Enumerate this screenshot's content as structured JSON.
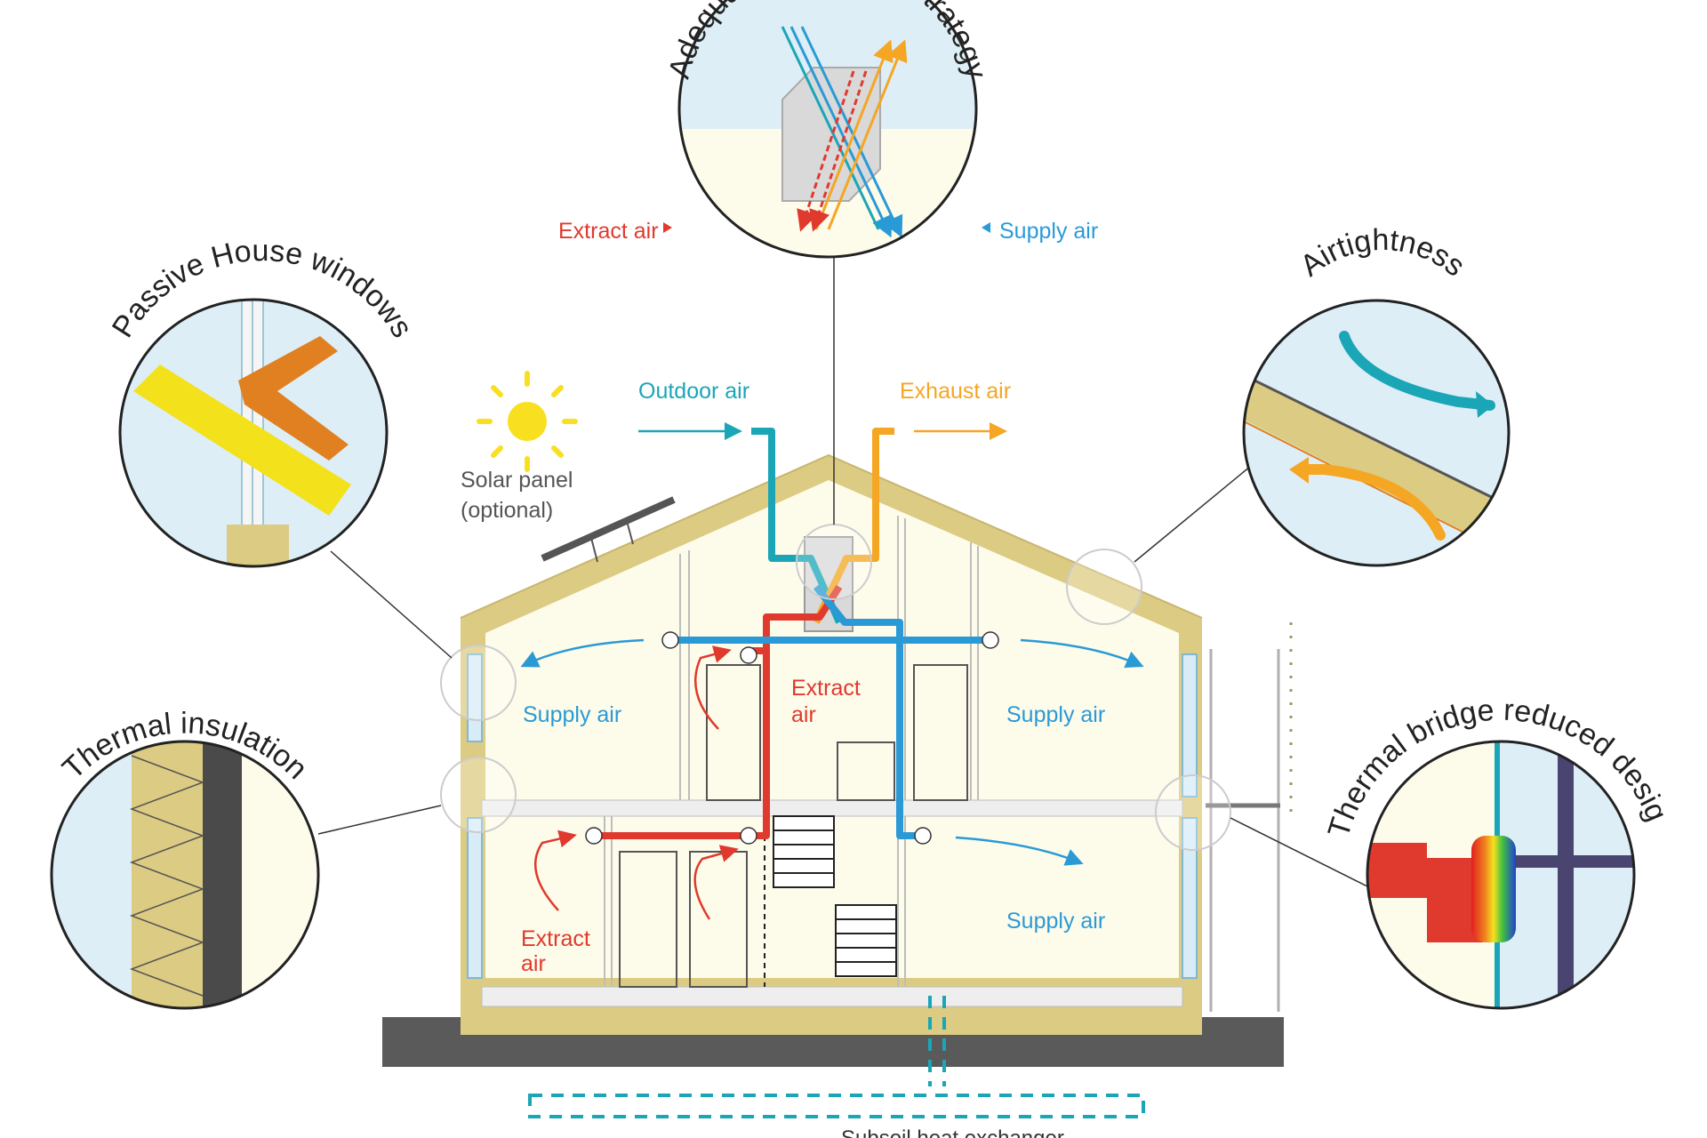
{
  "labels": {
    "ventilation_title": "Adequate ventilation strategy",
    "windows_title": "Passive House windows",
    "airtightness_title": "Airtightness",
    "insulation_title": "Thermal insulation",
    "thermal_bridge_title": "Thermal bridge reduced design",
    "extract_air_top": "Extract air",
    "supply_air_top": "Supply air",
    "outdoor_air": "Outdoor air",
    "exhaust_air": "Exhaust air",
    "solar_line1": "Solar panel",
    "solar_line2": "(optional)",
    "supply_left_upper": "Supply air",
    "supply_right_upper": "Supply air",
    "supply_right_lower": "Supply air",
    "extract_center_line1": "Extract",
    "extract_center_line2": "air",
    "extract_lower_line1": "Extract",
    "extract_lower_line2": "air",
    "subsoil": "Subsoil heat exchanger"
  },
  "colors": {
    "supply": "#2a9ad6",
    "extract": "#e03a2e",
    "outdoor": "#1aa6b7",
    "exhaust": "#f5a623",
    "insulation": "#dccb82",
    "interior": "#fdfbea",
    "ground": "#5a5a5a",
    "sky": "#ddeef6"
  }
}
